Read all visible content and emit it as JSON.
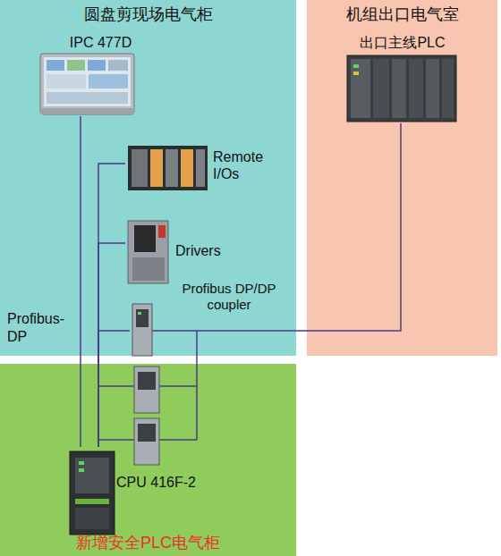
{
  "diagram": {
    "nodes": [
      {
        "text": [
          "圆盘剪现场电气柜"
        ]
      },
      {
        "text": [
          "IPC 477D"
        ],
        "in": 0
      },
      {
        "text": [
          "Remote I/Os"
        ],
        "in": 0
      },
      {
        "text": [
          "Drivers"
        ],
        "in": 0
      },
      {
        "text": [
          "Profibus DP/DP coupler"
        ],
        "in": 0
      },
      {
        "text": [
          "机组出口电气室"
        ]
      },
      {
        "text": [
          "出口主线PLC"
        ],
        "in": 5
      },
      {
        "text": [
          "新增安全PLC电气柜"
        ]
      },
      {
        "text": [
          "CPU 416F-2"
        ],
        "in": 7
      }
    ],
    "edges": [
      {
        "from": 1,
        "to": 8,
        "arrow": "none"
      },
      {
        "from": 2,
        "to": 8,
        "arrow": "none"
      },
      {
        "from": 3,
        "to": 8,
        "arrow": "none"
      },
      {
        "from": 4,
        "to": 8,
        "arrow": "none"
      },
      {
        "from": 4,
        "to": 6,
        "arrow": "none"
      }
    ],
    "labels": [
      "Profibus- DP"
    ]
  }
}
